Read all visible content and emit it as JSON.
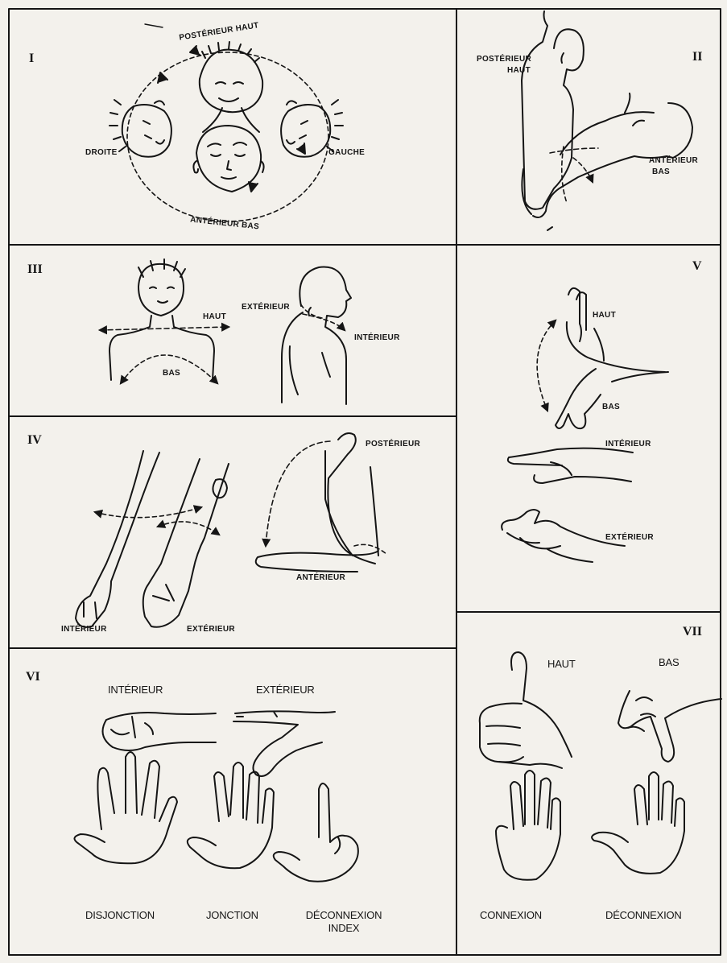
{
  "panels": {
    "p1": {
      "number": "I",
      "labels": {
        "top": "POSTÉRIEUR HAUT",
        "left": "DROITE",
        "right": "GAUCHE",
        "bottom": "ANTÉRIEUR BAS"
      }
    },
    "p2": {
      "number": "II",
      "labels": {
        "upper_1": "POSTÉRIEUR",
        "upper_2": "HAUT",
        "lower_1": "ANTÉRIEUR",
        "lower_2": "BAS"
      }
    },
    "p3": {
      "number": "III",
      "labels": {
        "haut": "HAUT",
        "bas": "BAS",
        "exterieur": "EXTÉRIEUR",
        "interieur": "INTÉRIEUR"
      }
    },
    "p4": {
      "number": "IV",
      "labels": {
        "posterieur": "POSTÉRIEUR",
        "anterieur": "ANTÉRIEUR",
        "interieur": "INTÉRIEUR",
        "exterieur": "EXTÉRIEUR"
      }
    },
    "p5": {
      "number": "V",
      "labels": {
        "haut": "HAUT",
        "bas": "BAS",
        "interieur": "INTÉRIEUR",
        "exterieur": "EXTÉRIEUR"
      }
    },
    "p6": {
      "number": "VI",
      "labels": {
        "interieur": "INTÉRIEUR",
        "exterieur": "EXTÉRIEUR",
        "disjonction": "DISJONCTION",
        "jonction": "JONCTION",
        "deconnexion_1": "DÉCONNEXION",
        "deconnexion_2": "INDEX"
      }
    },
    "p7": {
      "number": "VII",
      "labels": {
        "haut": "HAUT",
        "bas": "BAS",
        "connexion": "CONNEXION",
        "deconnexion": "DÉCONNEXION"
      }
    }
  }
}
